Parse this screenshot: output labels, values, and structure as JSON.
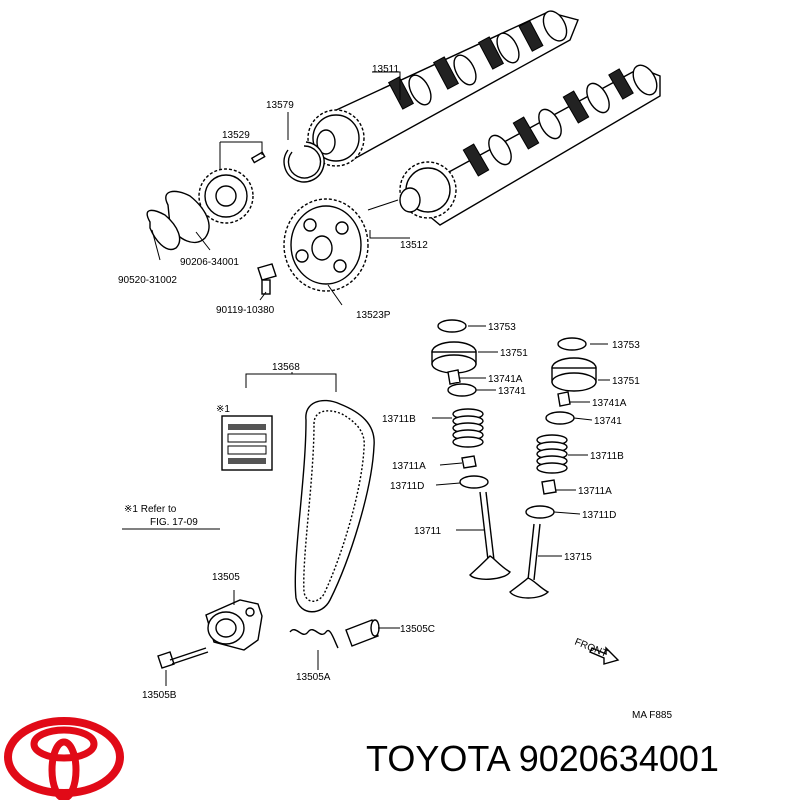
{
  "labels": {
    "p13511": "13511",
    "p13579": "13579",
    "p13529": "13529",
    "p90206": "90206-34001",
    "p90520": "90520-31002",
    "p13512": "13512",
    "p90119": "90119-10380",
    "p13523p": "13523P",
    "p13753a": "13753",
    "p13751a": "13751",
    "p13741aa": "13741A",
    "p13741a": "13741",
    "p13711ba": "13711B",
    "p13711aa": "13711A",
    "p13711da": "13711D",
    "p13711": "13711",
    "p13753b": "13753",
    "p13751b": "13751",
    "p13741ab": "13741A",
    "p13741b": "13741",
    "p13711bb": "13711B",
    "p13711ab": "13711A",
    "p13711db": "13711D",
    "p13715": "13715",
    "p13568": "13568",
    "ref_mark": "※1",
    "ref_line1": "※1 Refer to",
    "ref_line2": "FIG. 17-09",
    "p13505": "13505",
    "p13505b": "13505B",
    "p13505a": "13505A",
    "p13505c": "13505C",
    "front": "FRONT",
    "fig_code": "MA F885"
  },
  "brand_text": "TOYOTA 9020634001",
  "colors": {
    "logo": "#e10a17",
    "ink": "#000000"
  },
  "icons": {
    "logo": "toyota-logo-icon"
  }
}
